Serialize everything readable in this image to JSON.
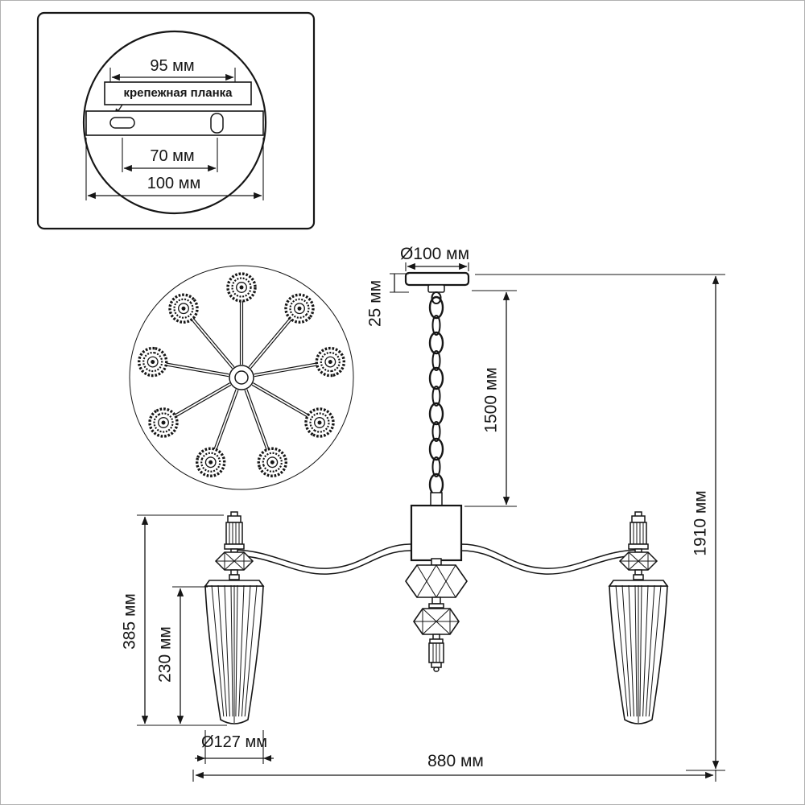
{
  "colors": {
    "line": "#161616",
    "background": "#ffffff",
    "frame_border": "#b0b0b0"
  },
  "inset_detail": {
    "plate_length": "95 мм",
    "plate_label": "крепежная планка",
    "hole_spacing": "70 мм",
    "base_diameter": "100 мм"
  },
  "front_view": {
    "canopy_diameter": "Ø100 мм",
    "canopy_height": "25 мм",
    "chain_length": "1500 мм",
    "total_height": "1910 мм",
    "arm_to_shade_bottom": "385 мм",
    "shade_height": "230 мм",
    "shade_diameter": "Ø127 мм",
    "total_width": "880 мм"
  }
}
